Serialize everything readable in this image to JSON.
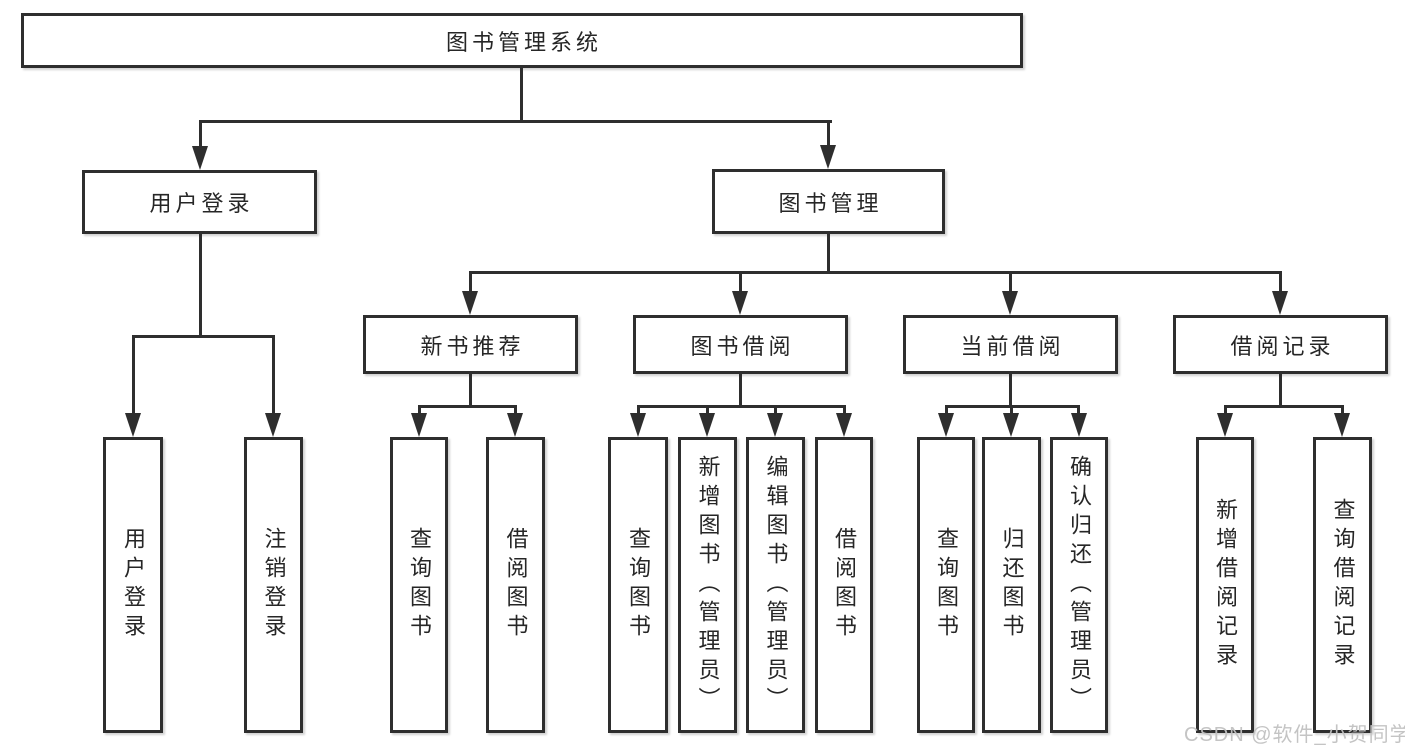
{
  "colors": {
    "line": "#2e2e2e",
    "text": "#262626",
    "box_background": "#ffffff",
    "watermark": "#c1c1c1"
  },
  "watermark": {
    "text": "CSDN @软件_小贺同学"
  },
  "tree": {
    "root": "图书管理系统",
    "branches": [
      {
        "label": "用户登录",
        "children": [
          "用户登录",
          "注销登录"
        ]
      },
      {
        "label": "图书管理",
        "groups": [
          {
            "label": "新书推荐",
            "children": [
              "查询图书",
              "借阅图书"
            ]
          },
          {
            "label": "图书借阅",
            "children": [
              "查询图书",
              "新增图书（管理员）",
              "编辑图书（管理员）",
              "借阅图书"
            ]
          },
          {
            "label": "当前借阅",
            "children": [
              "查询图书",
              "归还图书",
              "确认归还（管理员）"
            ]
          },
          {
            "label": "借阅记录",
            "children": [
              "新增借阅记录",
              "查询借阅记录"
            ]
          }
        ]
      }
    ]
  }
}
